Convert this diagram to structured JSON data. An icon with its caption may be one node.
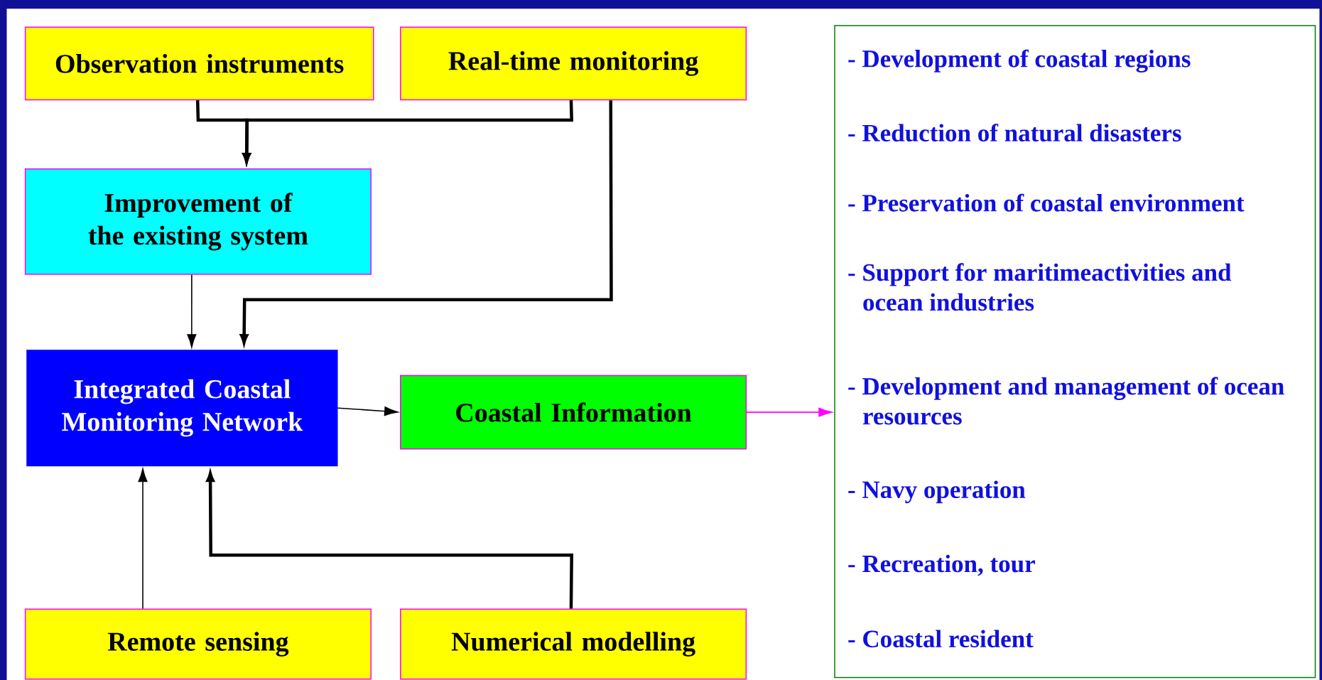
{
  "diagram": {
    "nodes": [
      {
        "text": [
          "Observation instruments"
        ]
      },
      {
        "text": [
          "Real-time monitoring"
        ]
      },
      {
        "text": [
          "Improvement of the existing system"
        ]
      },
      {
        "text": [
          "Integrated Coastal Monitoring Network"
        ]
      },
      {
        "text": [
          "Coastal Information"
        ]
      },
      {
        "text": [
          "- Development of coastal regions",
          "- Reduction of natural disasters",
          "- Preservation of coastal environment",
          "- Support for maritimeactivities and ocean industries",
          "- Development and management of ocean resources",
          "- Navy operation",
          "- Recreation, tour",
          "- Coastal resident"
        ]
      },
      {
        "text": [
          "Remote sensing"
        ]
      },
      {
        "text": [
          "Numerical modelling"
        ]
      }
    ],
    "edges": [
      {
        "from": 0,
        "to": 2,
        "arrow": "to",
        "style": "thick"
      },
      {
        "from": 1,
        "to": 2,
        "arrow": "to",
        "style": "thick"
      },
      {
        "from": 1,
        "to": 3,
        "arrow": "to",
        "style": "thick"
      },
      {
        "from": 2,
        "to": 3,
        "arrow": "to"
      },
      {
        "from": 3,
        "to": 4,
        "arrow": "to"
      },
      {
        "from": 4,
        "to": 5,
        "arrow": "to",
        "color": "#ff00ff"
      },
      {
        "from": 6,
        "to": 3,
        "arrow": "to"
      },
      {
        "from": 7,
        "to": 3,
        "arrow": "to",
        "style": "thick"
      }
    ]
  }
}
